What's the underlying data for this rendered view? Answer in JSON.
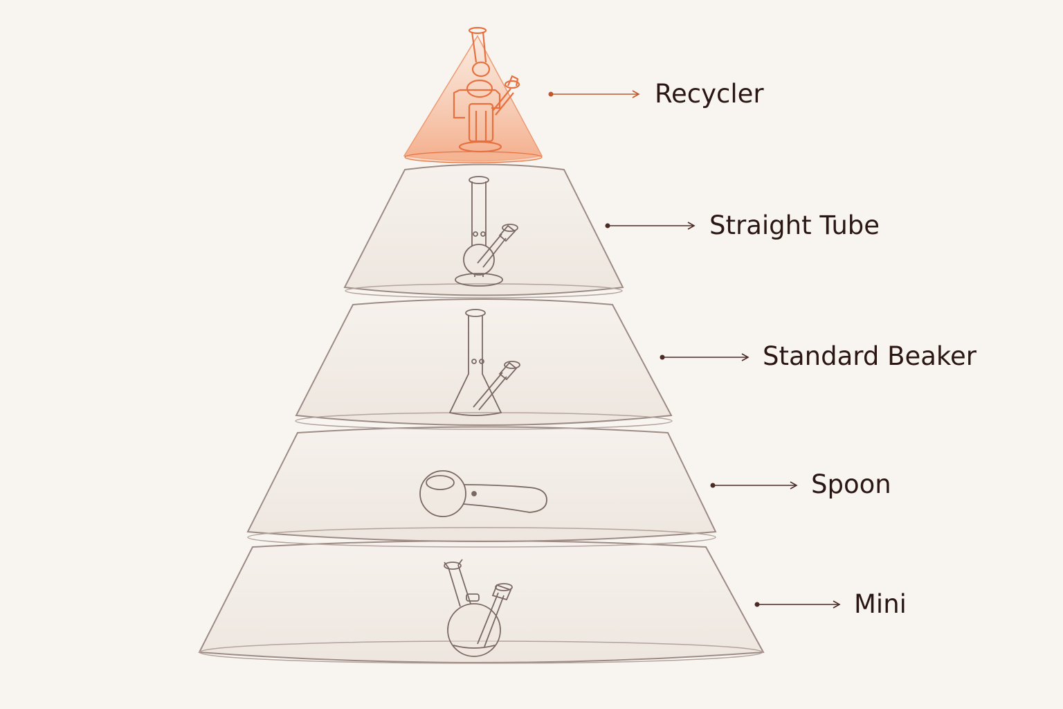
{
  "tiers": [
    {
      "label": "Recycler",
      "icon": "recycler-bong-icon",
      "highlighted": true
    },
    {
      "label": "Straight Tube",
      "icon": "straight-tube-bong-icon",
      "highlighted": false
    },
    {
      "label": "Standard Beaker",
      "icon": "beaker-bong-icon",
      "highlighted": false
    },
    {
      "label": "Spoon",
      "icon": "spoon-pipe-icon",
      "highlighted": false
    },
    {
      "label": "Mini",
      "icon": "mini-bong-icon",
      "highlighted": false
    }
  ],
  "colors": {
    "background": "#f8f5f1",
    "accent": "#e8703e",
    "outline": "#9c8a84",
    "text": "#2a1613",
    "arrow": "#4a2a25"
  }
}
